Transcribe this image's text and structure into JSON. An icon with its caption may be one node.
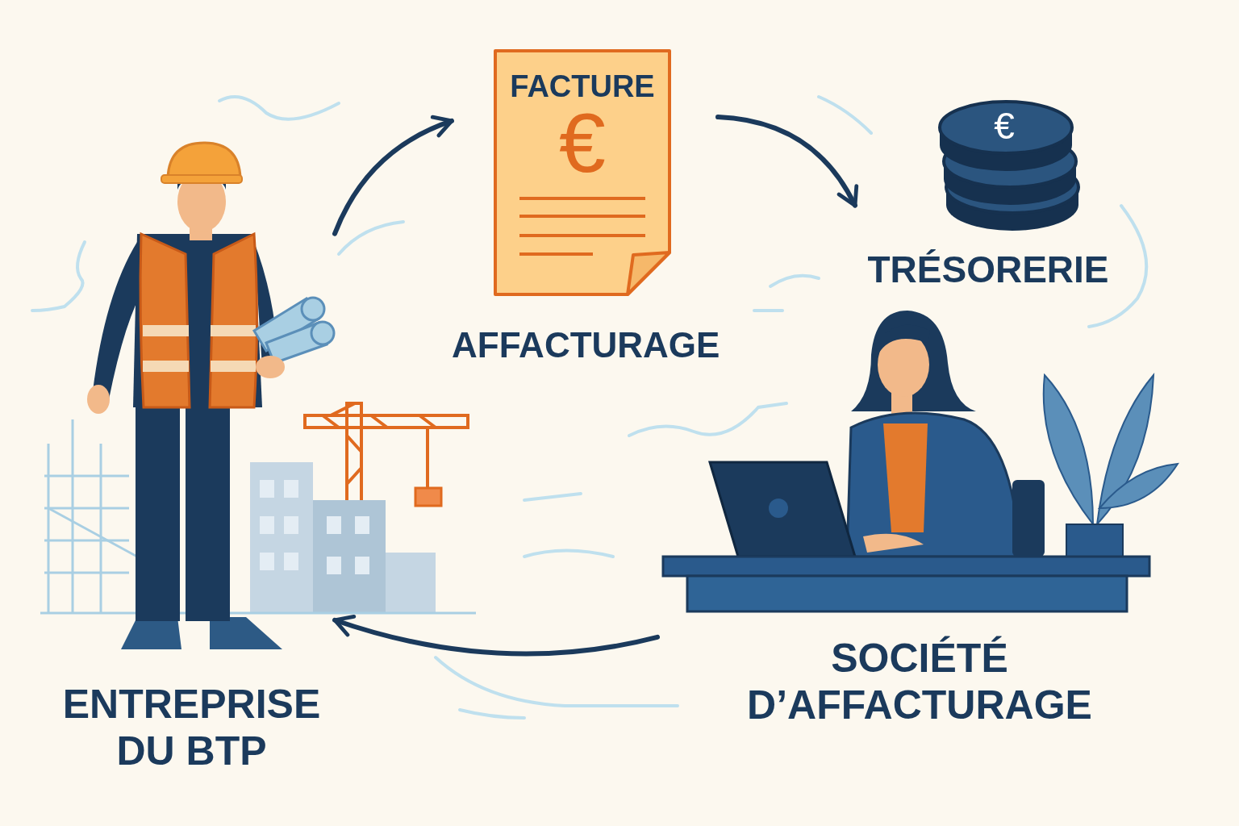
{
  "diagram": {
    "nodes": [
      {
        "text": [
          "ENTREPRISE DU BTP"
        ]
      },
      {
        "text": [
          "FACTURE",
          "€",
          "AFFACTURAGE"
        ]
      },
      {
        "text": [
          "€",
          "TRÉSORERIE"
        ]
      },
      {
        "text": [
          "SOCIÉTÉ D’AFFACTURAGE"
        ]
      }
    ],
    "edges": [
      {
        "from": 0,
        "to": 1,
        "arrow": "to"
      },
      {
        "from": 1,
        "to": 2,
        "arrow": "to"
      },
      {
        "from": 3,
        "to": 0,
        "arrow": "to"
      }
    ]
  }
}
